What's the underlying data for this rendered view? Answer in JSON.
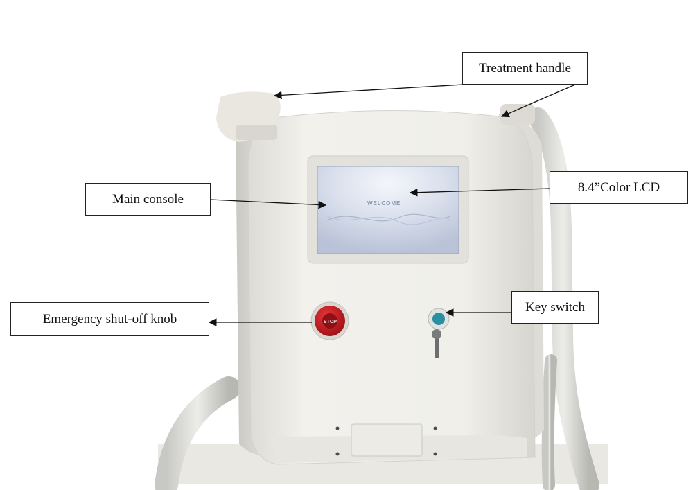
{
  "labels": {
    "treatment_handle": "Treatment handle",
    "main_console": "Main console",
    "lcd": "8.4”Color LCD",
    "emergency_knob": "Emergency shut-off knob",
    "key_switch": "Key switch"
  },
  "screen": {
    "welcome_text": "WELCOME"
  },
  "knob": {
    "stop_text": "STOP"
  },
  "colors": {
    "device_body": "#efeee9",
    "screen_glow": "#d9e0ee",
    "stop_red": "#c4161c",
    "key_teal": "#2a8fa0",
    "arrow": "#111111"
  }
}
